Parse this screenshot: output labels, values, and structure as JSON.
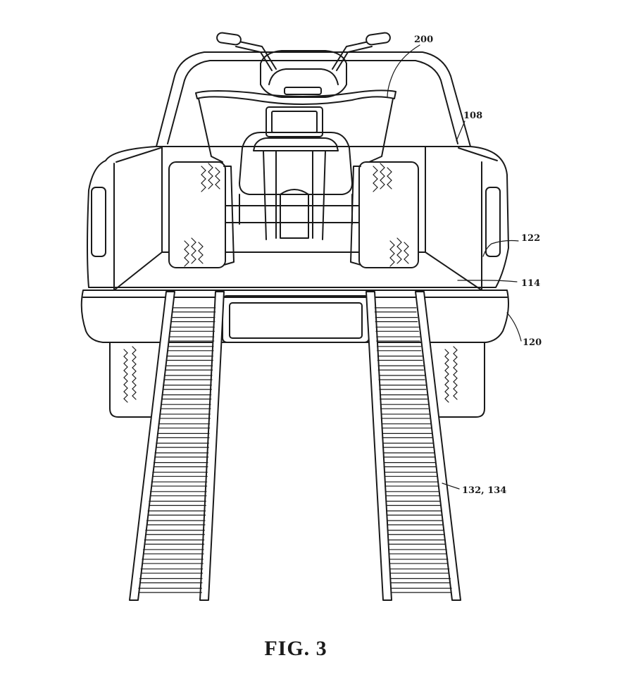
{
  "figure": {
    "caption": "FIG. 3",
    "labels": {
      "atv": "200",
      "truck": "108",
      "bed_wall": "122",
      "bed_floor": "114",
      "bumper": "120",
      "ramps": "132, 134"
    }
  }
}
